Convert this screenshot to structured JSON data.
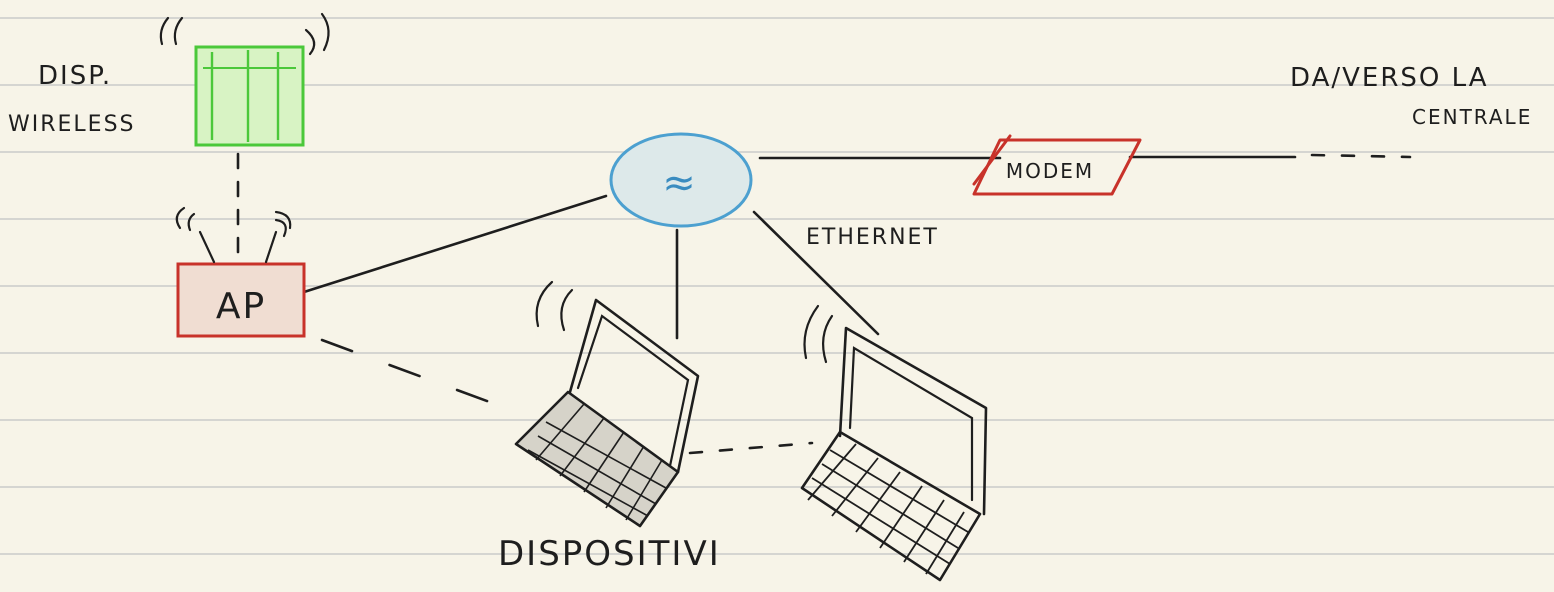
{
  "labels": {
    "wireless_devices": [
      "DISP.",
      "WIRELESS"
    ],
    "access_point": "AP",
    "modem": "MODEM",
    "ethernet": "ETHERNET",
    "central": [
      "DA/VERSO LA",
      "CENTRALE"
    ],
    "devices": "DISPOSITIVI",
    "switch_symbol": "≈"
  },
  "colors": {
    "paper": "#f7f4e8",
    "rule_lines": "#d5d5d1",
    "ink": "#1e1e1e",
    "wireless_fill": "#d8f3c4",
    "wireless_stroke": "#4bc83a",
    "ap_fill": "#f0ddd2",
    "ap_stroke": "#c8322a",
    "switch_fill": "#dde9ea",
    "switch_stroke": "#4ca0d0",
    "modem_stroke": "#c8322a",
    "keyboard_fill": "#d6d3c9"
  },
  "icons": {
    "wireless_device": "wireless-device-icon",
    "access_point": "access-point-icon",
    "switch": "switch-icon",
    "modem": "modem-icon",
    "laptop": "laptop-icon",
    "signal": "wifi-signal-icon"
  }
}
